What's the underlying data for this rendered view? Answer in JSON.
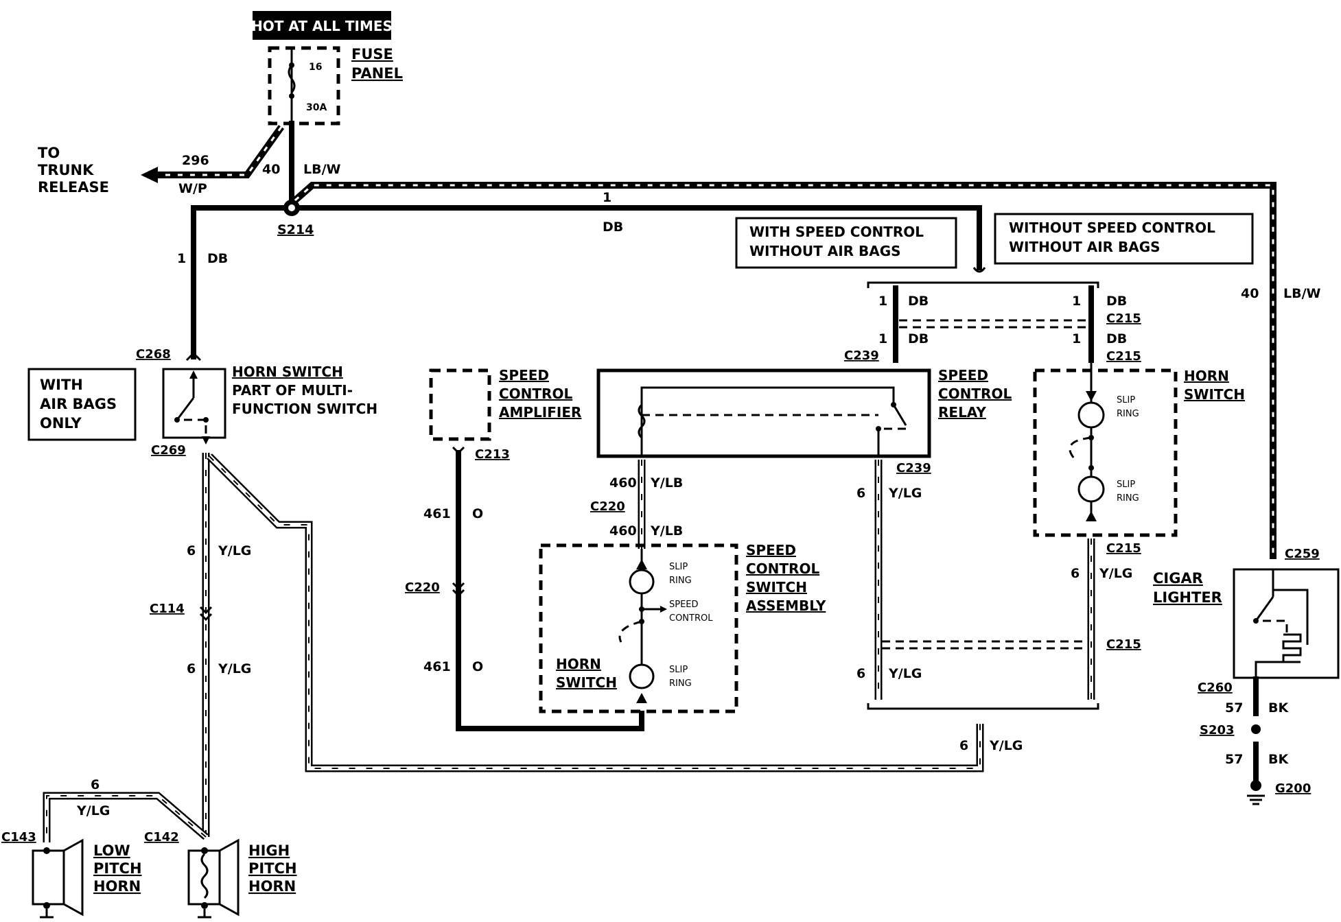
{
  "header": {
    "power_label": "HOT AT ALL TIMES"
  },
  "fuse_panel": {
    "label_line1": "FUSE",
    "label_line2": "PANEL",
    "fuse_number": "16",
    "fuse_rating": "30A"
  },
  "trunk": {
    "line1": "TO",
    "line2": "TRUNK",
    "line3": "RELEASE",
    "circuit": "296",
    "color": "W/P"
  },
  "feed": {
    "circuit": "40",
    "color": "LB/W",
    "splice": "S214"
  },
  "db_wire": {
    "circuit": "1",
    "color": "DB"
  },
  "notes": {
    "airbags_line1": "WITH",
    "airbags_line2": "AIR BAGS",
    "airbags_line3": "ONLY",
    "with_speed_line1": "WITH SPEED CONTROL",
    "with_speed_line2": "WITHOUT AIR BAGS",
    "without_speed_line1": "WITHOUT SPEED CONTROL",
    "without_speed_line2": "WITHOUT AIR BAGS"
  },
  "horn_switch_mfs": {
    "line1": "HORN SWITCH",
    "line2": "PART OF MULTI-",
    "line3": "FUNCTION SWITCH",
    "conn_top": "C268",
    "conn_bottom": "C269"
  },
  "amplifier": {
    "line1": "SPEED",
    "line2": "CONTROL",
    "line3": "AMPLIFIER",
    "conn": "C213",
    "circuit": "461",
    "color": "O",
    "conn2": "C220"
  },
  "relay": {
    "line1": "SPEED",
    "line2": "CONTROL",
    "line3": "RELAY",
    "conn": "C239"
  },
  "switch_assembly": {
    "line1": "SPEED",
    "line2": "CONTROL",
    "line3": "SWITCH",
    "line4": "ASSEMBLY",
    "slip1": "SLIP",
    "slip2": "RING",
    "speed1": "SPEED",
    "speed2": "CONTROL",
    "horn1": "HORN",
    "horn2": "SWITCH"
  },
  "yellow_wire": {
    "circuit": "6",
    "color": "Y/LG"
  },
  "yb_wire": {
    "circuit": "460",
    "color": "Y/LB",
    "conn": "C220"
  },
  "conns": {
    "c114": "C114",
    "c215": "C215",
    "c239": "C239",
    "c143": "C143",
    "c142": "C142",
    "c259": "C259",
    "c260": "C260"
  },
  "horn_switch_right": {
    "line1": "HORN",
    "line2": "SWITCH"
  },
  "cigar": {
    "line1": "CIGAR",
    "line2": "LIGHTER"
  },
  "ground": {
    "circuit": "57",
    "color": "BK",
    "splice": "S203",
    "ground": "G200"
  },
  "horns": {
    "low1": "LOW",
    "low2": "PITCH",
    "low3": "HORN",
    "high1": "HIGH",
    "high2": "PITCH",
    "high3": "HORN"
  }
}
